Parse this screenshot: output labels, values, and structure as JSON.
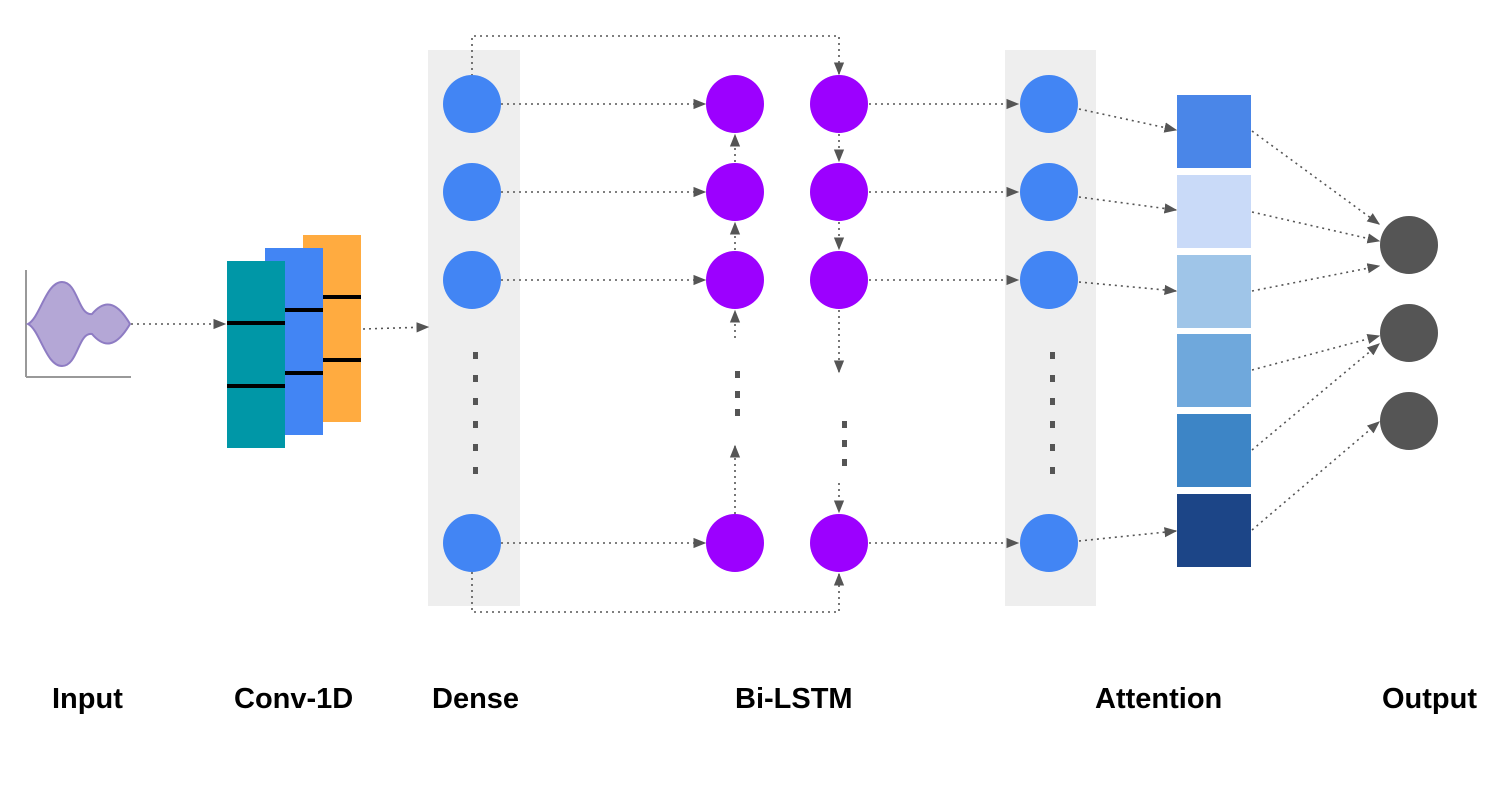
{
  "labels": {
    "input": "Input",
    "conv": "Conv-1D",
    "dense": "Dense",
    "bilstm": "Bi-LSTM",
    "attention": "Attention",
    "output": "Output"
  },
  "colors": {
    "panel": "#eeeeee",
    "dense_node": "#4285f4",
    "lstm_node": "#9c00ff",
    "output_node": "#555555",
    "conv_teal": "#0097a7",
    "conv_blue": "#4285f4",
    "conv_orange": "#ffab40",
    "signal_fill": "#b4a7d6",
    "signal_stroke": "#8e7cc3",
    "connector": "#555555",
    "attention_cells": [
      "#4a86e8",
      "#c9daf8",
      "#9fc5e8",
      "#6fa8dc",
      "#3d85c6",
      "#1c4587"
    ]
  }
}
